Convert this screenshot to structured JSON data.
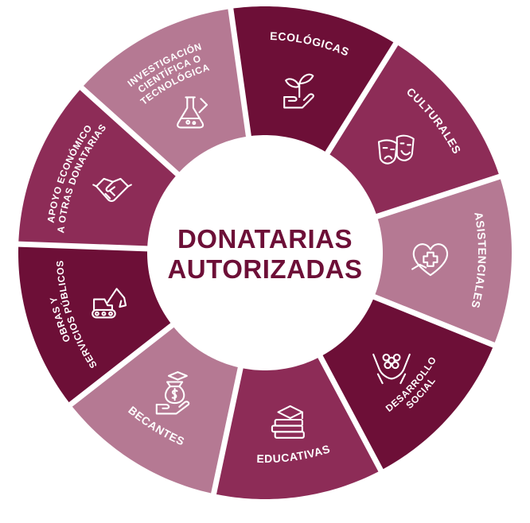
{
  "center": {
    "line1": "DONATARIAS",
    "line2": "AUTORIZADAS"
  },
  "colors": {
    "dark": "#6d0f37",
    "medium": "#8d2c57",
    "light": "#b57993",
    "center_text": "#6d0f37",
    "background": "#ffffff"
  },
  "segments": [
    {
      "id": "ecologicas",
      "lines": [
        "ECOLÓGICAS"
      ],
      "tone": "dark",
      "icon": "plant-in-hand-icon"
    },
    {
      "id": "culturales",
      "lines": [
        "CULTURALES"
      ],
      "tone": "medium",
      "icon": "theater-masks-icon"
    },
    {
      "id": "asistenciales",
      "lines": [
        "ASISTENCIALES"
      ],
      "tone": "light",
      "icon": "heart-medical-cross-icon"
    },
    {
      "id": "desarrollo-social",
      "lines": [
        "DESARROLLO",
        "SOCIAL"
      ],
      "tone": "dark",
      "icon": "hands-flower-icon"
    },
    {
      "id": "educativas",
      "lines": [
        "EDUCATIVAS"
      ],
      "tone": "medium",
      "icon": "books-graduation-cap-icon"
    },
    {
      "id": "becantes",
      "lines": [
        "BECANTES"
      ],
      "tone": "light",
      "icon": "hand-money-bag-icon"
    },
    {
      "id": "obras",
      "lines": [
        "OBRAS Y",
        "SERVICIOS PÚBLICOS"
      ],
      "tone": "dark",
      "icon": "excavator-icon"
    },
    {
      "id": "apoyo",
      "lines": [
        "APOYO ECONÓMICO",
        "A OTRAS DONATARIAS"
      ],
      "tone": "medium",
      "icon": "handshake-icon"
    },
    {
      "id": "investigacion",
      "lines": [
        "INVESTIGACIÓN",
        "CIENTÍFICA O",
        "TECNOLÓGICA"
      ],
      "tone": "light",
      "icon": "lab-flask-icon"
    }
  ]
}
